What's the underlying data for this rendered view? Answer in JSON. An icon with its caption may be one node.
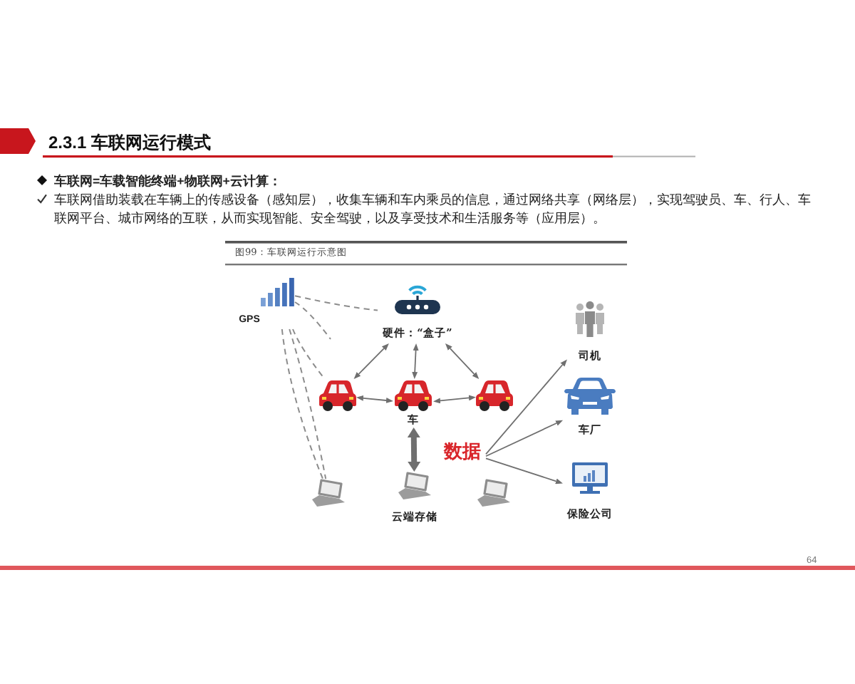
{
  "diagram": {
    "title": "2.3.1 车联网运行模式",
    "caption": "图99：车联网运行示意图",
    "nodes": [
      {
        "text": [
          "GPS"
        ]
      },
      {
        "text": [
          "硬件：“盒子”"
        ]
      },
      {
        "text": [
          "司机"
        ]
      },
      {
        "text": [],
        "shape": "picture"
      },
      {
        "text": [
          "车"
        ]
      },
      {
        "text": [],
        "shape": "picture"
      },
      {
        "text": [
          "车厂"
        ]
      },
      {
        "text": [
          "数据"
        ]
      },
      {
        "text": [
          "保险公司"
        ]
      },
      {
        "text": [],
        "shape": "picture"
      },
      {
        "text": [
          "云端存储"
        ]
      },
      {
        "text": [],
        "shape": "picture"
      }
    ],
    "edges": [
      {
        "from": 0,
        "to": 1,
        "arrow": "none",
        "style": "dashed"
      },
      {
        "from": 0,
        "to": null,
        "arrow": "none",
        "style": "dashed"
      },
      {
        "from": 0,
        "to": 3,
        "arrow": "none",
        "style": "dashed"
      },
      {
        "from": 0,
        "to": 9,
        "arrow": "none",
        "style": "dashed"
      },
      {
        "from": 0,
        "to": 9,
        "arrow": "none",
        "style": "dashed"
      },
      {
        "from": 1,
        "to": 3,
        "arrow": "both"
      },
      {
        "from": 1,
        "to": 4,
        "arrow": "both"
      },
      {
        "from": 1,
        "to": 5,
        "arrow": "both"
      },
      {
        "from": 3,
        "to": 4,
        "arrow": "both"
      },
      {
        "from": 4,
        "to": 5,
        "arrow": "both"
      },
      {
        "from": 4,
        "to": 10,
        "arrow": "both",
        "style": "thick"
      },
      {
        "from": 7,
        "to": 2,
        "arrow": "to"
      },
      {
        "from": 7,
        "to": 6,
        "arrow": "to"
      },
      {
        "from": 7,
        "to": 8,
        "arrow": "to"
      }
    ],
    "labels": [
      "车联网=车载智能终端+物联网+云计算：",
      "车联网借助装载在车辆上的传感设备（感知层），收集车辆和车内乘员的信息，通过网络共享（网络层），实现驾驶员、车、行人、车联网平台、城市网络的互联，从而实现智能、安全驾驶，以及享受技术和生活服务等（应用层）。",
      "64"
    ]
  }
}
